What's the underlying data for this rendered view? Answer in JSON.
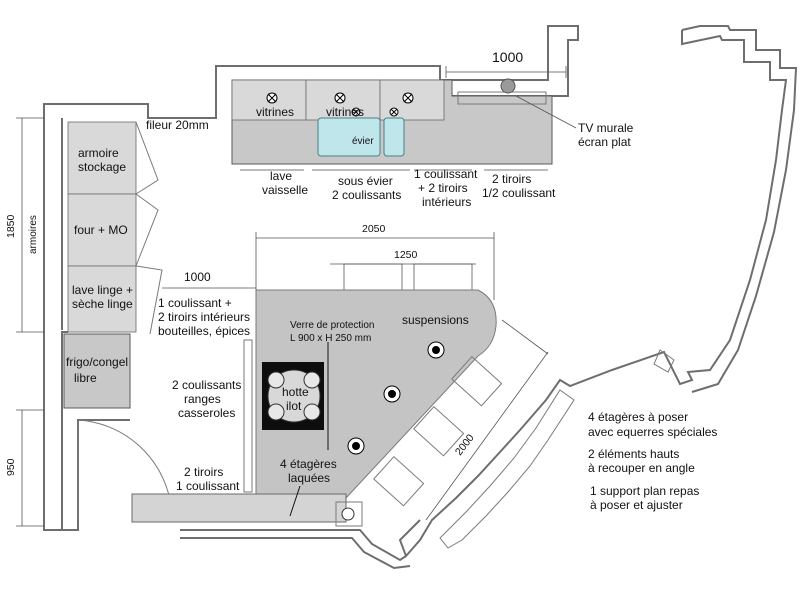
{
  "labels": {
    "dim_1000_top": "1000",
    "tv": [
      "TV murale",
      "écran plat"
    ],
    "vitrines": "vitrines",
    "evier": "évier",
    "fileur": "fileur 20mm",
    "armoire_stockage": [
      "armoire",
      "stockage"
    ],
    "four_mo": "four + MO",
    "lave_linge": [
      "lave linge +",
      "sèche linge"
    ],
    "frigo": [
      "frigo/congel",
      "libre"
    ],
    "dim_1850": "1850",
    "armoires": "armoires",
    "dim_950": "950",
    "lave_vaisselle": [
      "lave",
      "vaisselle"
    ],
    "sous_evier": [
      "sous évier",
      "2 coulissants"
    ],
    "coulissant_tiroirs": [
      "1 coulissant",
      "+ 2 tiroirs",
      "intérieurs"
    ],
    "deux_tiroirs": [
      "2 tiroirs",
      "1/2 coulissant"
    ],
    "dim_2050": "2050",
    "dim_1250": "1250",
    "dim_1000_mid": "1000",
    "bouteilles": [
      "1 coulissant +",
      "2 tiroirs intérieurs",
      "bouteilles, épices"
    ],
    "verre": [
      "Verre de protection",
      "L 900 x H 250 mm"
    ],
    "suspensions": "suspensions",
    "casseroles": [
      "2 coulissants",
      "ranges",
      "casseroles"
    ],
    "hotte": [
      "hotte",
      "ilot"
    ],
    "tiroirs_bas": [
      "2 tiroirs",
      "1 coulissant"
    ],
    "etageres_laquees": [
      "4 étagères",
      "laquées"
    ],
    "dim_2000": "2000",
    "notes": [
      [
        "4 étagères à poser",
        "avec equerres spéciales"
      ],
      [
        "2 éléments hauts",
        "à recouper en angle"
      ],
      [
        "1 support plan repas",
        "à poser et ajuster"
      ]
    ]
  },
  "colors": {
    "sink": "#bfe6ea",
    "cabinet": "#c8c8c8",
    "island": "#c4c4c4",
    "hood": "#0d0d0d"
  }
}
